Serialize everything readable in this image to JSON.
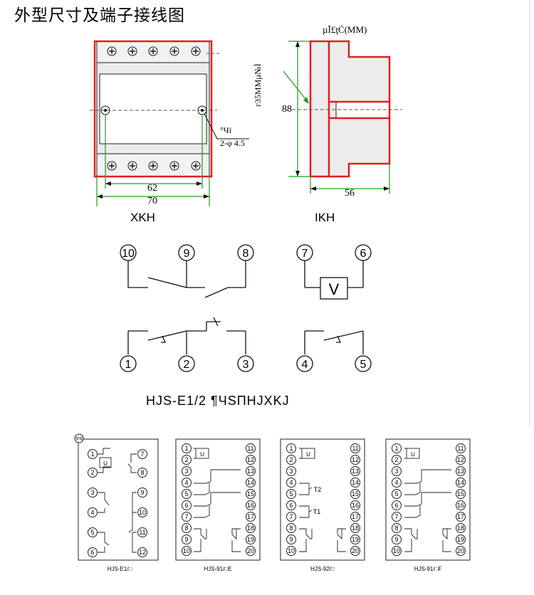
{
  "header": {
    "title": "外型尺寸及端子接线图"
  },
  "front_view": {
    "caption": "XKH",
    "dim_inner": "62",
    "dim_outer": "70",
    "hole_label": "°Чï",
    "hole_dia": "2-φ 4.5"
  },
  "side_view": {
    "caption": "ІKH",
    "top_label": "µÏ£ţĆ(MM)",
    "rail_label": "г35MMµ№Ì",
    "height": "88",
    "depth": "56"
  },
  "schematic": {
    "caption": "HJS-E1/2 ¶ЧЅПНJXKJ",
    "coil_label": "V",
    "terminals_top": [
      "10",
      "9",
      "8",
      "7",
      "6"
    ],
    "terminals_bottom": [
      "1",
      "2",
      "3",
      "4",
      "5"
    ]
  },
  "panels": [
    {
      "caption": "HJS-E1/□",
      "corner_mark": "背视"
    },
    {
      "caption": "HJS-91/□E"
    },
    {
      "caption": "HJS-92/□",
      "t2": "T2",
      "t1": "T1"
    },
    {
      "caption": "HJS-91/□F"
    }
  ],
  "panel_coil_label": "U",
  "colors": {
    "housing_outline": "#e02020",
    "dimension_line": "#1aa01a",
    "housing_fill": "#ececec"
  }
}
